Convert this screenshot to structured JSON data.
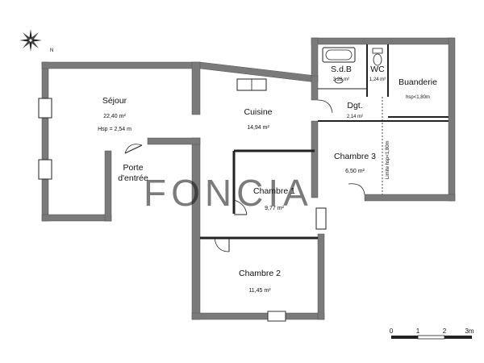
{
  "compass": {
    "label": "N",
    "icon": "compass-rose-icon"
  },
  "watermark": {
    "text": "FONCIA"
  },
  "rooms": {
    "sejour": {
      "name": "Séjour",
      "area": "22,40 m²",
      "note": "Hsp = 2,54 m"
    },
    "cuisine": {
      "name": "Cuisine",
      "area": "14,94 m²"
    },
    "sdb": {
      "name": "S.d.B",
      "area": "3,28 m²"
    },
    "wc": {
      "name": "WC",
      "area": "1,24 m²"
    },
    "buanderie": {
      "name": "Buanderie",
      "note": "hsp<1,80m"
    },
    "dgt": {
      "name": "Dgt.",
      "area": "2,14 m²"
    },
    "chambre3": {
      "name": "Chambre 3",
      "area": "6,50 m²"
    },
    "chambre1": {
      "name": "Chambre 1",
      "area": "9,77 m²"
    },
    "chambre2": {
      "name": "Chambre 2",
      "area": "11,45 m²"
    }
  },
  "entry": {
    "line1": "Porte",
    "line2": "d'entrée"
  },
  "limit_label": "Limite hsp<1,80m",
  "scale": {
    "marks": [
      "0",
      "1",
      "2",
      "3m"
    ]
  },
  "colors": {
    "wall": "#7a7a7a",
    "wall_stroke": "#555555",
    "line": "#222222"
  }
}
